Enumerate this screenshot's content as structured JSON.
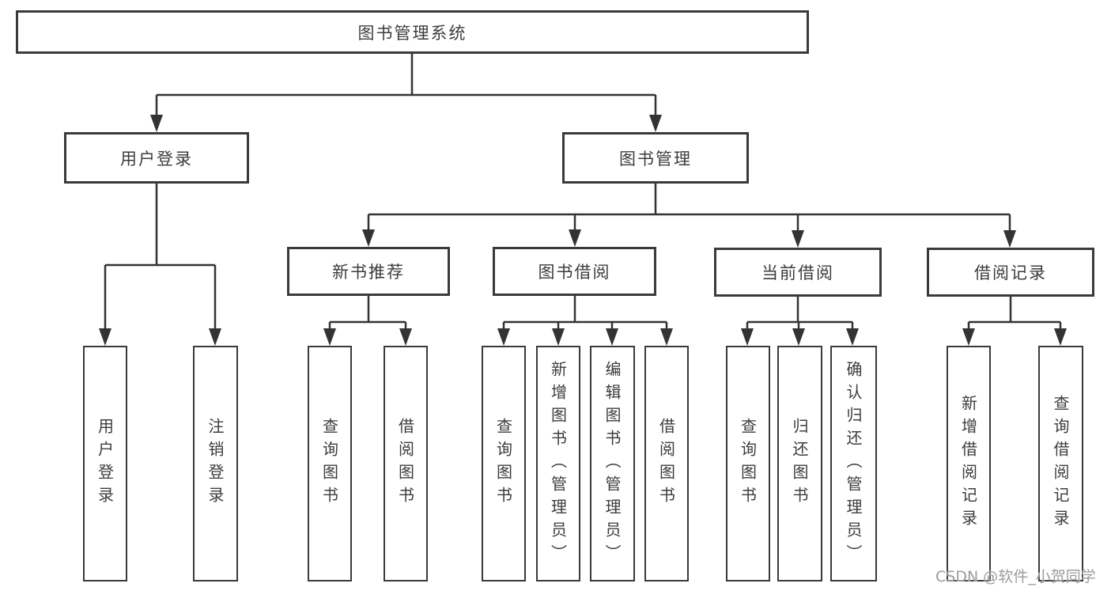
{
  "diagram": {
    "root": {
      "label": "图书管理系统"
    },
    "branches": [
      {
        "label": "用户登录",
        "children": [
          {
            "label": "用户登录"
          },
          {
            "label": "注销登录"
          }
        ]
      },
      {
        "label": "图书管理",
        "children": [
          {
            "label": "新书推荐",
            "children": [
              {
                "label": "查询图书"
              },
              {
                "label": "借阅图书"
              }
            ]
          },
          {
            "label": "图书借阅",
            "children": [
              {
                "label": "查询图书"
              },
              {
                "label": "新增图书（管理员）"
              },
              {
                "label": "编辑图书（管理员）"
              },
              {
                "label": "借阅图书"
              }
            ]
          },
          {
            "label": "当前借阅",
            "children": [
              {
                "label": "查询图书"
              },
              {
                "label": "归还图书"
              },
              {
                "label": "确认归还（管理员）"
              }
            ]
          },
          {
            "label": "借阅记录",
            "children": [
              {
                "label": "新增借阅记录"
              },
              {
                "label": "查询借阅记录"
              }
            ]
          }
        ]
      }
    ]
  },
  "watermark": {
    "text": "CSDN @软件_小贺同学"
  },
  "colors": {
    "line": "#333333",
    "box_border": "#3a3a3a",
    "text": "#3c3c3c",
    "background": "#ffffff",
    "watermark": "#9c9c9c"
  }
}
